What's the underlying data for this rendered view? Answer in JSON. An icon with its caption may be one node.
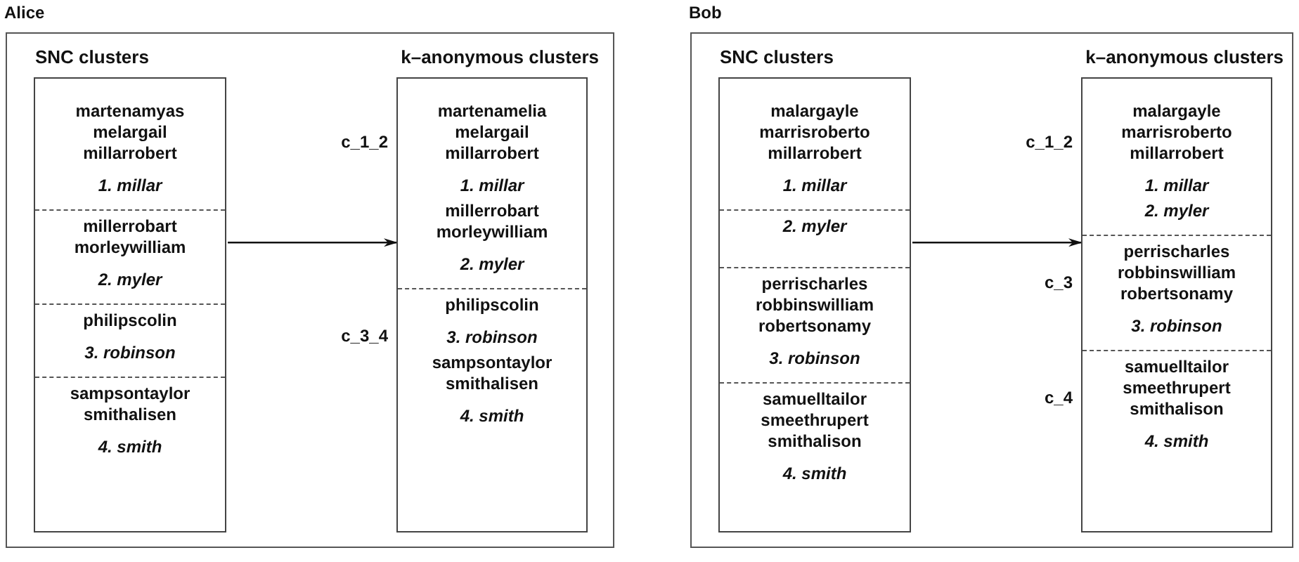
{
  "diagram": {
    "nodes": [
      {
        "text": [
          "Alice"
        ]
      },
      {
        "text": [
          "SNC clusters"
        ],
        "in": 0
      },
      {
        "text": [
          "martenamyas melargail millarrobert",
          "1. millar"
        ],
        "in": 1
      },
      {
        "text": [
          "millerrobart morleywilliam",
          "2. myler"
        ],
        "in": 1
      },
      {
        "text": [
          "philipscolin",
          "3. robinson"
        ],
        "in": 1
      },
      {
        "text": [
          "sampsontaylor smithalisen",
          "4. smith"
        ],
        "in": 1
      },
      {
        "text": [
          "k–anonymous clusters"
        ],
        "in": 0
      },
      {
        "text": [
          "martenamelia melargail millarrobert",
          "1. millar",
          "millerrobart morleywilliam",
          "2. myler"
        ],
        "in": 6,
        "beside": [
          "c_1_2"
        ]
      },
      {
        "text": [
          "philipscolin",
          "3. robinson",
          "sampsontaylor smithalisen",
          "4. smith"
        ],
        "in": 6,
        "beside": [
          "c_3_4"
        ]
      },
      {
        "text": [
          "Bob"
        ]
      },
      {
        "text": [
          "SNC clusters"
        ],
        "in": 9
      },
      {
        "text": [
          "malargayle marrisroberto millarrobert",
          "1. millar"
        ],
        "in": 10
      },
      {
        "text": [
          "2. myler"
        ],
        "in": 10
      },
      {
        "text": [
          "perrischarles robbinswilliam robertsonamy",
          "3. robinson"
        ],
        "in": 10
      },
      {
        "text": [
          "samuelltailor smeethrupert smithalison",
          "4. smith"
        ],
        "in": 10
      },
      {
        "text": [
          "k–anonymous clusters"
        ],
        "in": 9
      },
      {
        "text": [
          "malargayle marrisroberto millarrobert",
          "1. millar",
          "2. myler"
        ],
        "in": 15,
        "beside": [
          "c_1_2"
        ]
      },
      {
        "text": [
          "perrischarles robbinswilliam robertsonamy",
          "3. robinson"
        ],
        "in": 15,
        "beside": [
          "c_3"
        ]
      },
      {
        "text": [
          "samuelltailor smeethrupert smithalison",
          "4. smith"
        ],
        "in": 15,
        "beside": [
          "c_4"
        ]
      }
    ],
    "edges": [
      {
        "from": 1,
        "to": 6,
        "arrow": "to"
      },
      {
        "from": 10,
        "to": 15,
        "arrow": "to"
      }
    ]
  }
}
